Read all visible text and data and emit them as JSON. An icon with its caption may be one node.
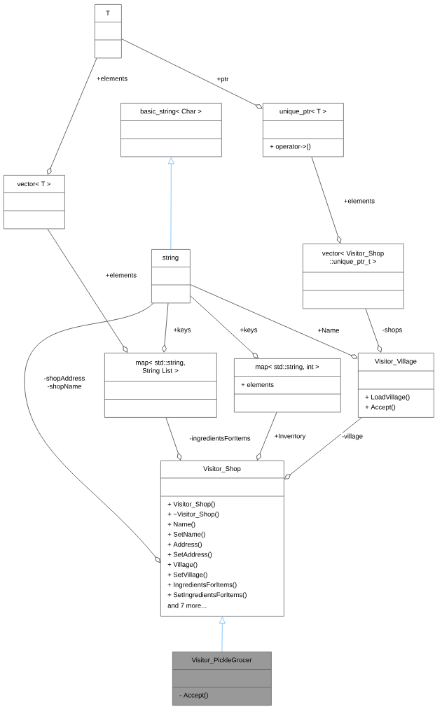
{
  "diagram": {
    "nodes": [
      {
        "text": [
          "T"
        ]
      },
      {
        "text": [
          "basic_string< Char >"
        ]
      },
      {
        "text": [
          "unique_ptr< T >",
          "+ operator->()"
        ]
      },
      {
        "text": [
          "vector< T >"
        ]
      },
      {
        "text": [
          "string"
        ]
      },
      {
        "text": [
          "vector< Visitor_Shop ::unique_ptr_t >"
        ]
      },
      {
        "text": [
          "map< std::string, String List >"
        ]
      },
      {
        "text": [
          "map< std::string, int >",
          "+ elements"
        ]
      },
      {
        "text": [
          "Visitor_Village",
          "+ LoadVillage()",
          "+ Accept()"
        ]
      },
      {
        "text": [
          "Visitor_Shop",
          "+ Visitor_Shop()",
          "+ ~Visitor_Shop()",
          "+ Name()",
          "+ SetName()",
          "+ Address()",
          "+ SetAddress()",
          "+ Village()",
          "+ SetVillage()",
          "+ IngredientsForItems()",
          "+ SetIngredientsForItems()",
          "and 7 more..."
        ]
      },
      {
        "text": [
          "Visitor_PickleGrocer",
          "- Accept()"
        ]
      }
    ],
    "edges": [
      {
        "from": 0,
        "to": 3,
        "arrow": "other",
        "label": "+elements"
      },
      {
        "from": 0,
        "to": 2,
        "arrow": "other",
        "label": "+ptr"
      },
      {
        "from": 4,
        "to": 1,
        "arrow": "to",
        "color": "#63b8ff"
      },
      {
        "from": 2,
        "to": 5,
        "arrow": "other",
        "label": "+elements"
      },
      {
        "from": 3,
        "to": 6,
        "arrow": "other",
        "label": "+elements"
      },
      {
        "from": 4,
        "to": 6,
        "arrow": "other",
        "label": "+keys"
      },
      {
        "from": 4,
        "to": 7,
        "arrow": "other",
        "label": "+keys"
      },
      {
        "from": 4,
        "to": 8,
        "arrow": "other",
        "label": "+Name"
      },
      {
        "from": 5,
        "to": 8,
        "arrow": "other",
        "label": "-shops"
      },
      {
        "from": 4,
        "to": 9,
        "arrow": "other",
        "label": "-shopAddress -shopName"
      },
      {
        "from": 6,
        "to": 9,
        "arrow": "other",
        "label": "-ingredientsForItems"
      },
      {
        "from": 7,
        "to": 9,
        "arrow": "other",
        "label": "+Inventory"
      },
      {
        "from": 8,
        "to": 9,
        "arrow": "other",
        "label": "-village"
      },
      {
        "from": 10,
        "to": 9,
        "arrow": "to",
        "color": "#63b8ff"
      }
    ]
  }
}
